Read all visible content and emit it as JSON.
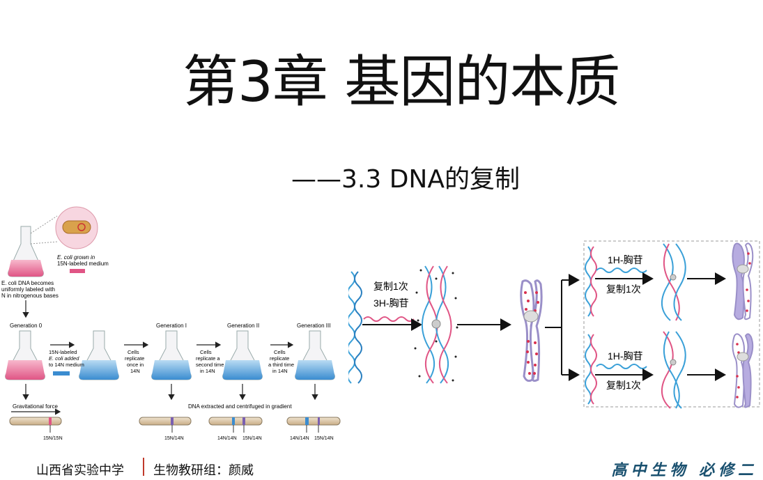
{
  "title": "第3章 基因的本质",
  "subtitle": "——3.3 DNA的复制",
  "left_figure": {
    "ecoli_grown": "E. coli grown in",
    "ecoli_grown2": "15N-labeled medium",
    "dna_uniform1": "E. coli DNA becomes",
    "dna_uniform2": "uniformly labeled with",
    "dna_uniform3": "N in nitrogenous bases",
    "gen0": "Generation 0",
    "gen1": "Generation I",
    "gen2": "Generation II",
    "gen3": "Generation III",
    "step1_a": "15N-labeled",
    "step1_b": "E. coli added",
    "step1_c": "to 14N medium",
    "step2_a": "Cells",
    "step2_b": "replicate",
    "step2_c": "once in",
    "step2_d": "14N",
    "step3_a": "Cells",
    "step3_b": "replicate a",
    "step3_c": "second time",
    "step3_d": "in 14N",
    "step4_a": "Cells",
    "step4_b": "replicate",
    "step4_c": "a third time",
    "step4_d": "in 14N",
    "gravity": "Gravitational force",
    "extracted": "DNA extracted and centrifuged in gradient",
    "tube0": "15N/15N",
    "tube1": "15N/14N",
    "tube2a": "14N/14N",
    "tube2b": "15N/14N",
    "tube3a": "14N/14N",
    "tube3b": "15N/14N"
  },
  "right_figure": {
    "replicate_once": "复制1次",
    "h3_label": "3H-胸苷",
    "h1_label_top": "1H-胸苷",
    "replicate_top": "复制1次",
    "h1_label_bottom": "1H-胸苷",
    "replicate_bottom": "复制1次"
  },
  "footer": {
    "school": "山西省实验中学",
    "group": "生物教研组：颜威",
    "course": "高中生物  必修二"
  },
  "colors": {
    "pink_medium": "#e05585",
    "blue_medium": "#3a8cd0",
    "dna_blue": "#3aa0d8",
    "dna_red": "#e0507a",
    "chromosome": "#9a8fc8",
    "footer_divider": "#c0392b"
  }
}
